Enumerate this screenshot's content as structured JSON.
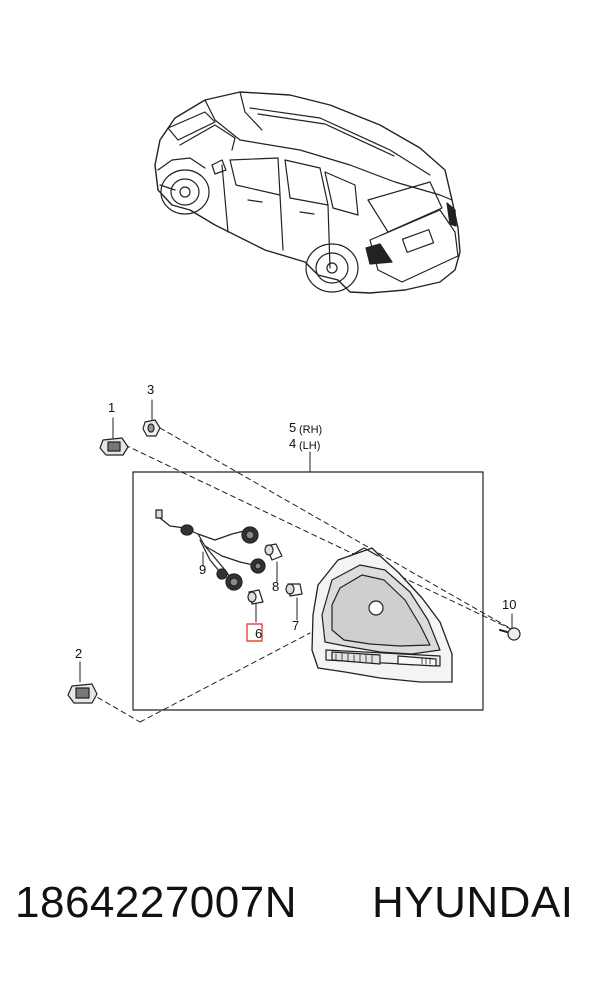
{
  "diagram": {
    "callouts": {
      "c1": "1",
      "c2": "2",
      "c3": "3",
      "c5": "5",
      "c5_side": "(RH)",
      "c4": "4",
      "c4_side": "(LH)",
      "c6": "6",
      "c7": "7",
      "c8": "8",
      "c9": "9",
      "c10": "10"
    },
    "highlight_color": "#e8463c"
  },
  "footer": {
    "part_number": "1864227007N",
    "brand": "HYUNDAI"
  }
}
